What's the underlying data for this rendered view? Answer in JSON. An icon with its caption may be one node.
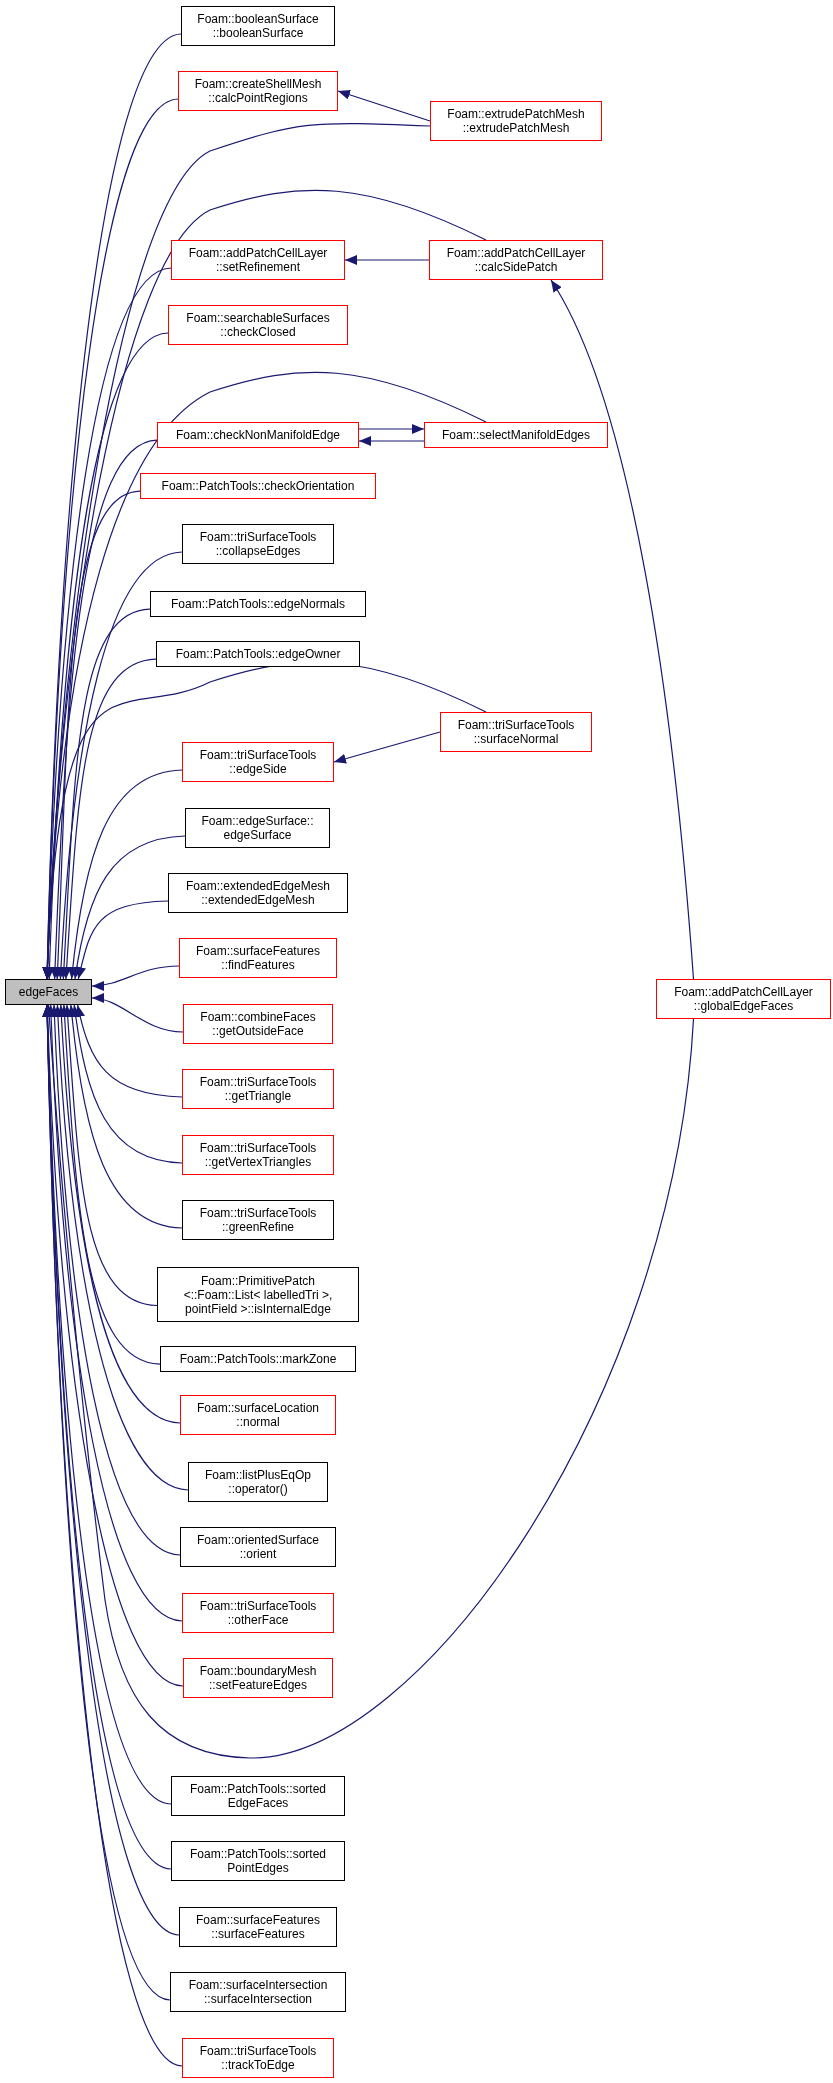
{
  "diagram": {
    "nodes": [
      {
        "text": [
          "Foam::booleanSurface ::booleanSurface"
        ]
      },
      {
        "text": [
          "Foam::createShellMesh ::calcPointRegions"
        ]
      },
      {
        "text": [
          "Foam::extrudePatchMesh ::extrudePatchMesh"
        ]
      },
      {
        "text": [
          "Foam::addPatchCellLayer ::setRefinement"
        ]
      },
      {
        "text": [
          "Foam::addPatchCellLayer ::calcSidePatch"
        ]
      },
      {
        "text": [
          "Foam::searchableSurfaces ::checkClosed"
        ]
      },
      {
        "text": [
          "Foam::checkNonManifoldEdge"
        ]
      },
      {
        "text": [
          "Foam::selectManifoldEdges"
        ]
      },
      {
        "text": [
          "Foam::PatchTools::checkOrientation"
        ]
      },
      {
        "text": [
          "Foam::triSurfaceTools ::collapseEdges"
        ]
      },
      {
        "text": [
          "Foam::PatchTools::edgeNormals"
        ]
      },
      {
        "text": [
          "Foam::PatchTools::edgeOwner"
        ]
      },
      {
        "text": [
          "Foam::triSurfaceTools ::surfaceNormal"
        ]
      },
      {
        "text": [
          "Foam::triSurfaceTools ::edgeSide"
        ]
      },
      {
        "text": [
          "Foam::edgeSurface:: edgeSurface"
        ]
      },
      {
        "text": [
          "Foam::extendedEdgeMesh ::extendedEdgeMesh"
        ]
      },
      {
        "text": [
          "Foam::surfaceFeatures ::findFeatures"
        ]
      },
      {
        "text": [
          "edgeFaces"
        ]
      },
      {
        "text": [
          "Foam::addPatchCellLayer ::globalEdgeFaces"
        ]
      },
      {
        "text": [
          "Foam::combineFaces ::getOutsideFace"
        ]
      },
      {
        "text": [
          "Foam::triSurfaceTools ::getTriangle"
        ]
      },
      {
        "text": [
          "Foam::triSurfaceTools ::getVertexTriangles"
        ]
      },
      {
        "text": [
          "Foam::triSurfaceTools ::greenRefine"
        ]
      },
      {
        "text": [
          "Foam::PrimitivePatch <::Foam::List< labelledTri >, pointField >::isInternalEdge"
        ]
      },
      {
        "text": [
          "Foam::PatchTools::markZone"
        ]
      },
      {
        "text": [
          "Foam::surfaceLocation ::normal"
        ]
      },
      {
        "text": [
          "Foam::listPlusEqOp ::operator()"
        ]
      },
      {
        "text": [
          "Foam::orientedSurface ::orient"
        ]
      },
      {
        "text": [
          "Foam::triSurfaceTools ::otherFace"
        ]
      },
      {
        "text": [
          "Foam::boundaryMesh ::setFeatureEdges"
        ]
      },
      {
        "text": [
          "Foam::PatchTools::sorted EdgeFaces"
        ]
      },
      {
        "text": [
          "Foam::PatchTools::sorted PointEdges"
        ]
      },
      {
        "text": [
          "Foam::surfaceFeatures ::surfaceFeatures"
        ]
      },
      {
        "text": [
          "Foam::surfaceIntersection ::surfaceIntersection"
        ]
      },
      {
        "text": [
          "Foam::triSurfaceTools ::trackToEdge"
        ]
      }
    ],
    "edges": [
      {
        "from": 0,
        "to": 17,
        "arrow": "to"
      },
      {
        "from": 1,
        "to": 17,
        "arrow": "to"
      },
      {
        "from": 2,
        "to": 17,
        "arrow": "to"
      },
      {
        "from": 2,
        "to": 1,
        "arrow": "to"
      },
      {
        "from": 3,
        "to": 17,
        "arrow": "to"
      },
      {
        "from": 4,
        "to": 17,
        "arrow": "to"
      },
      {
        "from": 4,
        "to": 3,
        "arrow": "to"
      },
      {
        "from": 5,
        "to": 17,
        "arrow": "to"
      },
      {
        "from": 6,
        "to": 17,
        "arrow": "to"
      },
      {
        "from": 6,
        "to": 7,
        "arrow": "to"
      },
      {
        "from": 7,
        "to": 17,
        "arrow": "to"
      },
      {
        "from": 7,
        "to": 6,
        "arrow": "to"
      },
      {
        "from": 8,
        "to": 17,
        "arrow": "to"
      },
      {
        "from": 9,
        "to": 17,
        "arrow": "to"
      },
      {
        "from": 10,
        "to": 17,
        "arrow": "to"
      },
      {
        "from": 11,
        "to": 17,
        "arrow": "to"
      },
      {
        "from": 12,
        "to": 17,
        "arrow": "to"
      },
      {
        "from": 12,
        "to": 13,
        "arrow": "to"
      },
      {
        "from": 13,
        "to": 17,
        "arrow": "to"
      },
      {
        "from": 14,
        "to": 17,
        "arrow": "to"
      },
      {
        "from": 15,
        "to": 17,
        "arrow": "to"
      },
      {
        "from": 16,
        "to": 17,
        "arrow": "to"
      },
      {
        "from": 18,
        "to": 17,
        "arrow": "to"
      },
      {
        "from": 18,
        "to": 4,
        "arrow": "to"
      },
      {
        "from": 19,
        "to": 17,
        "arrow": "to"
      },
      {
        "from": 20,
        "to": 17,
        "arrow": "to"
      },
      {
        "from": 21,
        "to": 17,
        "arrow": "to"
      },
      {
        "from": 22,
        "to": 17,
        "arrow": "to"
      },
      {
        "from": 23,
        "to": 17,
        "arrow": "to"
      },
      {
        "from": 24,
        "to": 17,
        "arrow": "to"
      },
      {
        "from": 25,
        "to": 17,
        "arrow": "to"
      },
      {
        "from": 26,
        "to": 17,
        "arrow": "to"
      },
      {
        "from": 27,
        "to": 17,
        "arrow": "to"
      },
      {
        "from": 28,
        "to": 17,
        "arrow": "to"
      },
      {
        "from": 29,
        "to": 17,
        "arrow": "to"
      },
      {
        "from": 30,
        "to": 17,
        "arrow": "to"
      },
      {
        "from": 31,
        "to": 17,
        "arrow": "to"
      },
      {
        "from": 32,
        "to": 17,
        "arrow": "to"
      },
      {
        "from": 33,
        "to": 17,
        "arrow": "to"
      },
      {
        "from": 34,
        "to": 17,
        "arrow": "to"
      }
    ]
  }
}
